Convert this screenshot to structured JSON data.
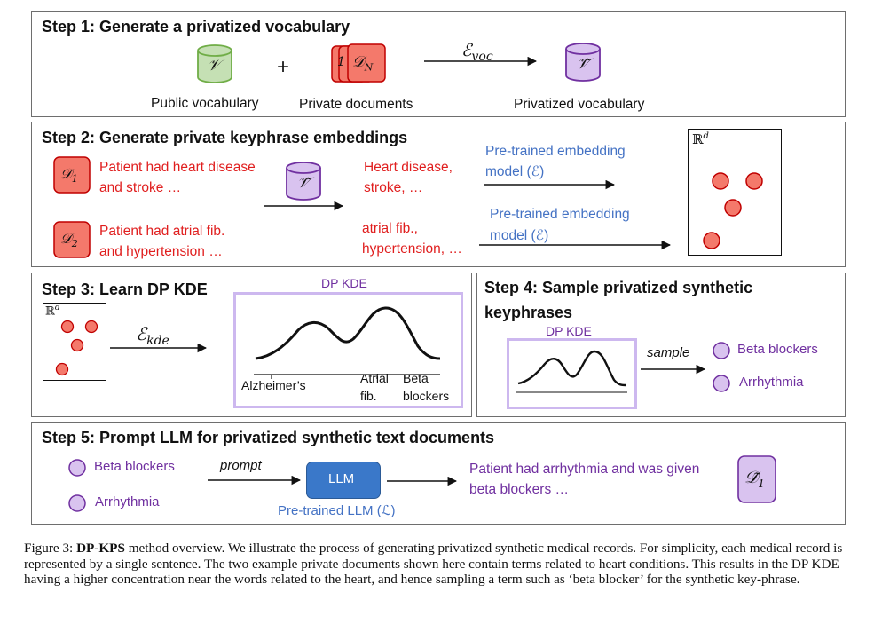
{
  "step1": {
    "title": "Step 1: Generate a privatized vocabulary",
    "public_symbol": "𝒱",
    "plus": "+",
    "private_symbol": "𝒟",
    "private_sub": "N",
    "private_back": "1",
    "mech_symbol": "ℰ",
    "mech_sub": "voc",
    "priv_symbol": "𝒱̃",
    "public_label": "Public vocabulary",
    "private_label": "Private documents",
    "privatized_label": "Privatized vocabulary"
  },
  "step2": {
    "title": "Step 2: Generate private keyphrase embeddings",
    "doc1_symbol": "𝒟",
    "doc1_sub": "1",
    "doc1_line1": "Patient had heart disease",
    "doc1_line2": "and stroke …",
    "doc2_symbol": "𝒟",
    "doc2_sub": "2",
    "doc2_line1": "Patient had atrial fib.",
    "doc2_line2": "and hypertension …",
    "vocab_symbol": "𝒱̃",
    "kp1_line1": "Heart disease,",
    "kp1_line2": "stroke, …",
    "kp2_line1": "atrial fib.,",
    "kp2_line2": "hypertension, …",
    "model1_line1": "Pre-trained embedding",
    "model1_line2": "model (ℰ)",
    "model2_line1": "Pre-trained embedding",
    "model2_line2": "model (ℰ)",
    "space_symbol": "ℝ",
    "space_sup": "d"
  },
  "step3": {
    "title": "Step 3: Learn DP KDE",
    "space_symbol": "ℝ",
    "space_sup": "d",
    "mech_symbol": "ℰ",
    "mech_sub": "kde",
    "kde_title": "DP KDE",
    "tick_alz": "Alzheimer’s",
    "tick_af_line1": "Atrial",
    "tick_af_line2": "fib.",
    "tick_bb_line1": "Beta",
    "tick_bb_line2": "blockers"
  },
  "step4": {
    "title_line1": "Step 4: Sample privatized synthetic",
    "title_line2": "keyphrases",
    "kde_title": "DP KDE",
    "sample_label": "sample",
    "item1": "Beta blockers",
    "item2": "Arrhythmia"
  },
  "step5": {
    "title": "Step 5: Prompt LLM for privatized synthetic text documents",
    "item1": "Beta blockers",
    "item2": "Arrhythmia",
    "prompt_label": "prompt",
    "llm_label": "LLM",
    "llm_sublabel": "Pre-trained LLM (ℒ)",
    "output_line1": "Patient had arrhythmia and was given",
    "output_line2": "beta blockers …",
    "out_symbol": "𝒟̃",
    "out_sub": "1"
  },
  "caption": {
    "fig": "Figure 3:",
    "bold": "DP-KPS",
    "text": "method overview. We illustrate the process of generating privatized synthetic medical records. For simplicity, each medical record is represented by a single sentence. The two example private documents shown here contain terms related to heart conditions. This results in the DP KDE having a higher concentration near the words related to the heart, and hence sampling a term such as ‘beta blocker’ for the synthetic key-phrase."
  },
  "colors": {
    "green_fill": "#c5e0b4",
    "green_stroke": "#70ad47",
    "red_fill": "#f4796b",
    "red_stroke": "#c00000",
    "purple_fill": "#d9c3ef",
    "purple_stroke": "#7030a0",
    "kde_frame": "#cdb8ef",
    "llm_fill": "#3a78c9",
    "text_red": "#e01e1e",
    "text_blue": "#4472c4",
    "text_purple": "#7030a0"
  }
}
